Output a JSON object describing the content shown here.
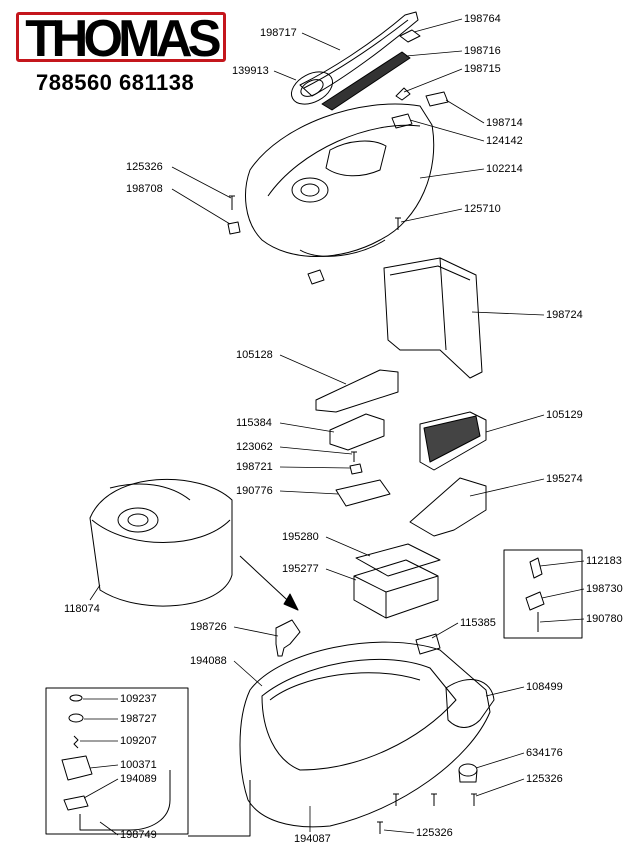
{
  "brand": {
    "name": "THOMAS",
    "accent_color": "#c4161c"
  },
  "model_number": "788560 681138",
  "parts": [
    {
      "id": "p1",
      "number": "198717"
    },
    {
      "id": "p2",
      "number": "198764"
    },
    {
      "id": "p3",
      "number": "139913"
    },
    {
      "id": "p4",
      "number": "198716"
    },
    {
      "id": "p5",
      "number": "198715"
    },
    {
      "id": "p6",
      "number": "198714"
    },
    {
      "id": "p7",
      "number": "124142"
    },
    {
      "id": "p8",
      "number": "125326"
    },
    {
      "id": "p9",
      "number": "102214"
    },
    {
      "id": "p10",
      "number": "198708"
    },
    {
      "id": "p11",
      "number": "125710"
    },
    {
      "id": "p12",
      "number": "198724"
    },
    {
      "id": "p13",
      "number": "105128"
    },
    {
      "id": "p14",
      "number": "115384"
    },
    {
      "id": "p15",
      "number": "105129"
    },
    {
      "id": "p16",
      "number": "123062"
    },
    {
      "id": "p17",
      "number": "198721"
    },
    {
      "id": "p18",
      "number": "195274"
    },
    {
      "id": "p19",
      "number": "190776"
    },
    {
      "id": "p20",
      "number": "195280"
    },
    {
      "id": "p21",
      "number": "112183"
    },
    {
      "id": "p22",
      "number": "195277"
    },
    {
      "id": "p23",
      "number": "198730"
    },
    {
      "id": "p24",
      "number": "118074"
    },
    {
      "id": "p25",
      "number": "115385"
    },
    {
      "id": "p26",
      "number": "190780"
    },
    {
      "id": "p27",
      "number": "198726"
    },
    {
      "id": "p28",
      "number": "194088"
    },
    {
      "id": "p29",
      "number": "108499"
    },
    {
      "id": "p30",
      "number": "109237"
    },
    {
      "id": "p31",
      "number": "198727"
    },
    {
      "id": "p32",
      "number": "109207"
    },
    {
      "id": "p33",
      "number": "634176"
    },
    {
      "id": "p34",
      "number": "100371"
    },
    {
      "id": "p35",
      "number": "194089"
    },
    {
      "id": "p36",
      "number": "125326"
    },
    {
      "id": "p37",
      "number": "198749"
    },
    {
      "id": "p38",
      "number": "125326"
    },
    {
      "id": "p39",
      "number": "194087"
    }
  ]
}
